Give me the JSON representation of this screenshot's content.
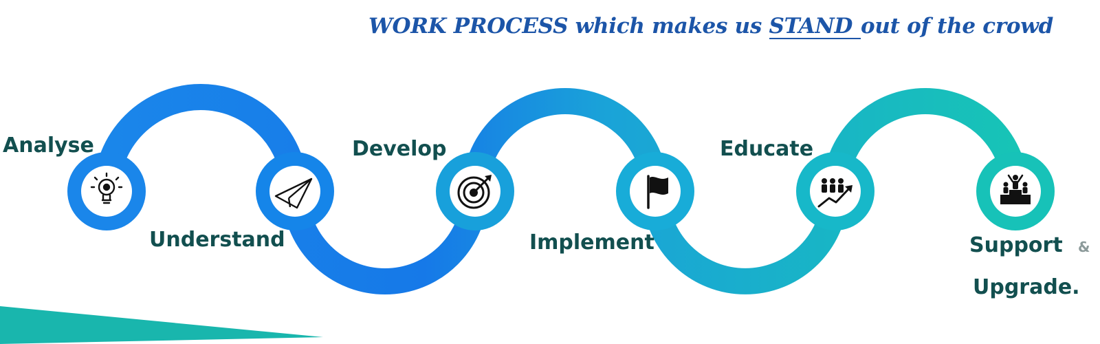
{
  "header": {
    "headline_before": "WORK PROCESS which makes us ",
    "headline_emphasis": "STAND ",
    "headline_after": "out of the crowd"
  },
  "steps": [
    {
      "label": "Analyse",
      "icon": "lightbulb-gear-icon"
    },
    {
      "label": "Understand",
      "icon": "paper-plane-icon"
    },
    {
      "label": "Develop",
      "icon": "target-arrow-icon"
    },
    {
      "label": "Implement",
      "icon": "flag-icon"
    },
    {
      "label": "Educate",
      "icon": "team-growth-icon"
    },
    {
      "label": "Support",
      "label_suffix": "&",
      "label_line2": "Upgrade.",
      "icon": "podium-icon"
    }
  ],
  "colors": {
    "headline": "#1c55a8",
    "label": "#124f4f",
    "wave_blue": "#1577e8",
    "wave_teal": "#16c2b8",
    "corner_band": "#19b6ad",
    "icon": "#111111"
  }
}
